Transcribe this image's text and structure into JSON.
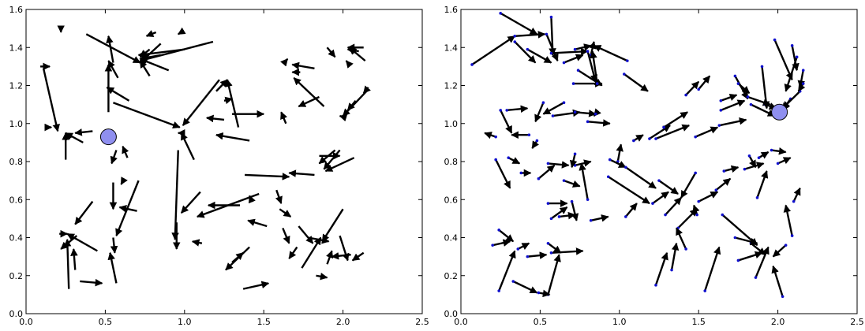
{
  "chart_data": [
    {
      "type": "vector-field",
      "xlim": [
        0.0,
        2.5
      ],
      "ylim": [
        0.0,
        1.6
      ],
      "xticks": [
        "0.0",
        "0.5",
        "1.0",
        "1.5",
        "2.0",
        "2.5"
      ],
      "yticks": [
        "0.0",
        "0.2",
        "0.4",
        "0.6",
        "0.8",
        "1.0",
        "1.2",
        "1.4",
        "1.6"
      ],
      "grid": false,
      "color": "#000000",
      "goal": {
        "x": 0.52,
        "y": 0.93,
        "color": "#8f8fef"
      },
      "arrows": [
        [
          0.38,
          1.47,
          0.72,
          1.32
        ],
        [
          0.55,
          1.32,
          0.52,
          1.46
        ],
        [
          0.78,
          1.25,
          0.72,
          1.33
        ],
        [
          1.18,
          1.43,
          0.72,
          1.33
        ],
        [
          0.85,
          1.42,
          0.72,
          1.32
        ],
        [
          0.78,
          1.35,
          0.72,
          1.34
        ],
        [
          0.9,
          1.28,
          0.72,
          1.34
        ],
        [
          0.85,
          1.36,
          0.72,
          1.34
        ],
        [
          1.0,
          1.39,
          0.71,
          1.36
        ],
        [
          0.78,
          1.39,
          0.72,
          1.35
        ],
        [
          0.82,
          1.48,
          0.76,
          1.46
        ],
        [
          0.58,
          1.24,
          0.52,
          1.33
        ],
        [
          0.52,
          1.06,
          0.52,
          1.31
        ],
        [
          0.98,
          1.48,
          0.96,
          1.47
        ],
        [
          0.62,
          0.71,
          0.6,
          0.68
        ],
        [
          0.22,
          1.49,
          0.22,
          1.48
        ],
        [
          0.09,
          1.3,
          0.15,
          1.3
        ],
        [
          0.11,
          1.29,
          0.2,
          0.96
        ],
        [
          0.15,
          0.98,
          0.16,
          0.98
        ],
        [
          0.65,
          1.12,
          0.51,
          1.19
        ],
        [
          0.42,
          0.96,
          0.31,
          0.95
        ],
        [
          0.36,
          0.9,
          0.25,
          0.95
        ],
        [
          0.27,
          0.92,
          0.25,
          0.95
        ],
        [
          0.25,
          0.81,
          0.25,
          0.95
        ],
        [
          0.55,
          1.11,
          0.97,
          0.98
        ],
        [
          1.22,
          1.23,
          0.99,
          0.99
        ],
        [
          1.34,
          0.98,
          1.27,
          1.23
        ],
        [
          1.2,
          1.17,
          1.27,
          1.23
        ],
        [
          1.3,
          1.05,
          1.5,
          1.05
        ],
        [
          1.25,
          1.12,
          1.3,
          1.13
        ],
        [
          1.64,
          1.0,
          1.61,
          1.06
        ],
        [
          1.82,
          1.29,
          1.68,
          1.31
        ],
        [
          1.73,
          1.27,
          1.68,
          1.27
        ],
        [
          1.88,
          1.09,
          1.69,
          1.24
        ],
        [
          1.85,
          1.14,
          1.72,
          1.09
        ],
        [
          1.63,
          1.32,
          1.65,
          1.34
        ],
        [
          1.9,
          1.4,
          1.95,
          1.35
        ],
        [
          2.03,
          1.32,
          2.02,
          1.33
        ],
        [
          2.13,
          1.4,
          2.03,
          1.4
        ],
        [
          2.14,
          1.33,
          2.04,
          1.4
        ],
        [
          2.1,
          1.38,
          2.03,
          1.39
        ],
        [
          2.16,
          1.19,
          2.13,
          1.16
        ],
        [
          2.08,
          1.12,
          2.03,
          1.07
        ],
        [
          2.16,
          1.18,
          2.0,
          1.04
        ],
        [
          2.02,
          1.03,
          1.98,
          1.04
        ],
        [
          1.85,
          0.83,
          1.98,
          0.83
        ],
        [
          1.95,
          0.86,
          1.85,
          0.79
        ],
        [
          2.07,
          0.82,
          1.89,
          0.75
        ],
        [
          1.98,
          0.86,
          1.88,
          0.76
        ],
        [
          1.82,
          0.73,
          1.66,
          0.74
        ],
        [
          1.38,
          0.73,
          1.66,
          0.72
        ],
        [
          1.58,
          0.65,
          1.61,
          0.58
        ],
        [
          1.42,
          0.6,
          1.41,
          0.62
        ],
        [
          0.98,
          0.95,
          0.96,
          0.95
        ],
        [
          1.41,
          0.91,
          1.2,
          0.94
        ],
        [
          1.25,
          1.02,
          1.14,
          1.03
        ],
        [
          1.06,
          0.81,
          0.98,
          0.95
        ],
        [
          0.55,
          0.69,
          0.55,
          0.55
        ],
        [
          0.7,
          0.54,
          0.59,
          0.56
        ],
        [
          0.71,
          0.7,
          0.57,
          0.41
        ],
        [
          0.64,
          0.82,
          0.61,
          0.88
        ],
        [
          0.57,
          0.86,
          0.54,
          0.79
        ],
        [
          0.42,
          0.59,
          0.31,
          0.47
        ],
        [
          0.21,
          0.42,
          0.26,
          0.42
        ],
        [
          0.32,
          0.41,
          0.22,
          0.34
        ],
        [
          0.45,
          0.33,
          0.26,
          0.42
        ],
        [
          0.34,
          0.17,
          0.48,
          0.16
        ],
        [
          0.57,
          0.16,
          0.53,
          0.32
        ],
        [
          0.27,
          0.13,
          0.26,
          0.39
        ],
        [
          0.31,
          0.23,
          0.3,
          0.34
        ],
        [
          0.95,
          0.48,
          0.95,
          0.34
        ],
        [
          0.55,
          0.4,
          0.56,
          0.32
        ],
        [
          0.96,
          0.86,
          0.94,
          0.39
        ],
        [
          1.1,
          0.64,
          0.98,
          0.53
        ],
        [
          1.11,
          0.37,
          1.05,
          0.38
        ],
        [
          1.47,
          0.63,
          1.08,
          0.51
        ],
        [
          1.35,
          0.57,
          1.15,
          0.57
        ],
        [
          1.41,
          0.35,
          1.26,
          0.23
        ],
        [
          1.3,
          0.27,
          1.37,
          0.32
        ],
        [
          1.72,
          0.46,
          1.81,
          0.37
        ],
        [
          2.0,
          0.55,
          1.87,
          0.38
        ],
        [
          1.83,
          0.2,
          1.9,
          0.19
        ],
        [
          1.9,
          0.26,
          1.93,
          0.33
        ],
        [
          2.05,
          0.31,
          1.93,
          0.3
        ],
        [
          2.13,
          0.32,
          2.06,
          0.28
        ],
        [
          1.78,
          0.4,
          1.91,
          0.38
        ],
        [
          1.6,
          0.55,
          1.67,
          0.51
        ],
        [
          1.71,
          0.35,
          1.66,
          0.29
        ],
        [
          1.62,
          0.45,
          1.66,
          0.37
        ],
        [
          1.74,
          0.24,
          1.86,
          0.4
        ],
        [
          1.98,
          0.41,
          2.03,
          0.28
        ],
        [
          1.37,
          0.13,
          1.53,
          0.16
        ],
        [
          1.52,
          0.46,
          1.4,
          0.49
        ]
      ]
    },
    {
      "type": "vector-field",
      "xlim": [
        0.0,
        2.5
      ],
      "ylim": [
        0.0,
        1.6
      ],
      "xticks": [
        "0.0",
        "0.5",
        "1.0",
        "1.5",
        "2.0",
        "2.5"
      ],
      "yticks": [
        "0.0",
        "0.2",
        "0.4",
        "0.6",
        "0.8",
        "1.0",
        "1.2",
        "1.4",
        "1.6"
      ],
      "grid": false,
      "color": "#000000",
      "point_color": "#1010cc",
      "goal": {
        "x": 2.01,
        "y": 1.06,
        "color": "#8f8fef"
      },
      "arrows": [
        [
          0.07,
          1.31,
          0.34,
          1.46
        ],
        [
          0.34,
          1.46,
          0.53,
          1.47
        ],
        [
          0.25,
          1.58,
          0.48,
          1.47
        ],
        [
          0.34,
          1.43,
          0.47,
          1.32
        ],
        [
          0.42,
          1.39,
          0.57,
          1.32
        ],
        [
          0.54,
          1.47,
          0.61,
          1.33
        ],
        [
          0.57,
          1.56,
          0.58,
          1.36
        ],
        [
          0.65,
          1.32,
          0.77,
          1.36
        ],
        [
          0.57,
          1.37,
          0.8,
          1.38
        ],
        [
          0.72,
          1.39,
          0.82,
          1.41
        ],
        [
          0.82,
          1.36,
          0.84,
          1.43
        ],
        [
          0.8,
          1.38,
          0.85,
          1.22
        ],
        [
          0.71,
          1.21,
          0.89,
          1.21
        ],
        [
          0.74,
          1.28,
          0.89,
          1.2
        ],
        [
          0.86,
          1.21,
          0.83,
          1.38
        ],
        [
          1.03,
          1.26,
          1.18,
          1.17
        ],
        [
          1.05,
          1.33,
          0.84,
          1.41
        ],
        [
          0.65,
          1.11,
          0.52,
          1.05
        ],
        [
          0.25,
          1.07,
          0.32,
          0.95
        ],
        [
          0.22,
          0.93,
          0.15,
          0.95
        ],
        [
          0.43,
          0.94,
          0.32,
          0.94
        ],
        [
          0.52,
          1.11,
          0.47,
          1.01
        ],
        [
          0.48,
          0.91,
          0.45,
          0.87
        ],
        [
          0.29,
          1.07,
          0.42,
          1.08
        ],
        [
          0.58,
          1.04,
          0.75,
          1.06
        ],
        [
          0.72,
          1.06,
          0.85,
          1.05
        ],
        [
          0.85,
          1.05,
          0.84,
          1.04
        ],
        [
          0.8,
          1.01,
          0.94,
          1.0
        ],
        [
          1.09,
          0.91,
          1.15,
          0.94
        ],
        [
          1.19,
          0.92,
          1.32,
          0.99
        ],
        [
          1.28,
          0.98,
          1.43,
          1.06
        ],
        [
          1.42,
          1.15,
          1.5,
          1.22
        ],
        [
          1.5,
          1.18,
          1.57,
          1.25
        ],
        [
          1.64,
          1.07,
          1.79,
          1.12
        ],
        [
          1.64,
          1.12,
          1.74,
          1.15
        ],
        [
          1.73,
          1.25,
          1.81,
          1.13
        ],
        [
          1.75,
          1.21,
          1.82,
          1.16
        ],
        [
          1.81,
          1.14,
          1.95,
          1.1
        ],
        [
          1.92,
          1.1,
          1.99,
          1.08
        ],
        [
          2.08,
          1.13,
          2.03,
          1.07
        ],
        [
          2.14,
          1.17,
          2.03,
          1.08
        ],
        [
          2.12,
          1.35,
          2.05,
          1.17
        ],
        [
          1.98,
          1.44,
          2.09,
          1.23
        ],
        [
          2.09,
          1.41,
          2.12,
          1.28
        ],
        [
          2.16,
          1.28,
          2.14,
          1.19
        ],
        [
          2.16,
          1.21,
          2.13,
          1.17
        ],
        [
          1.9,
          1.3,
          1.93,
          1.08
        ],
        [
          1.83,
          1.1,
          1.98,
          1.04
        ],
        [
          1.63,
          0.99,
          1.8,
          1.02
        ],
        [
          1.48,
          0.93,
          1.62,
          0.98
        ],
        [
          1.23,
          0.92,
          1.44,
          0.99
        ],
        [
          0.99,
          0.8,
          1.01,
          0.89
        ],
        [
          0.94,
          0.81,
          1.04,
          0.77
        ],
        [
          0.55,
          0.79,
          0.68,
          0.78
        ],
        [
          0.72,
          0.78,
          0.82,
          0.8
        ],
        [
          0.49,
          0.71,
          0.59,
          0.78
        ],
        [
          0.72,
          0.84,
          0.7,
          0.77
        ],
        [
          0.22,
          0.81,
          0.31,
          0.66
        ],
        [
          0.3,
          0.82,
          0.37,
          0.79
        ],
        [
          0.38,
          0.74,
          0.44,
          0.74
        ],
        [
          0.65,
          0.7,
          0.75,
          0.67
        ],
        [
          0.8,
          0.6,
          0.76,
          0.79
        ],
        [
          0.7,
          0.59,
          0.73,
          0.49
        ],
        [
          0.55,
          0.58,
          0.67,
          0.58
        ],
        [
          0.62,
          0.51,
          0.72,
          0.52
        ],
        [
          0.57,
          0.5,
          0.67,
          0.56
        ],
        [
          0.82,
          0.49,
          0.93,
          0.51
        ],
        [
          1.04,
          0.51,
          1.11,
          0.58
        ],
        [
          1.21,
          0.58,
          1.31,
          0.64
        ],
        [
          1.29,
          0.52,
          1.39,
          0.61
        ],
        [
          1.37,
          0.45,
          1.49,
          0.55
        ],
        [
          1.5,
          0.59,
          1.62,
          0.64
        ],
        [
          1.61,
          0.65,
          1.7,
          0.71
        ],
        [
          1.66,
          0.75,
          1.75,
          0.77
        ],
        [
          1.79,
          0.76,
          1.91,
          0.79
        ],
        [
          1.82,
          0.83,
          1.86,
          0.77
        ],
        [
          1.88,
          0.82,
          1.94,
          0.85
        ],
        [
          1.96,
          0.86,
          2.05,
          0.85
        ],
        [
          1.87,
          0.61,
          1.93,
          0.75
        ],
        [
          2.0,
          0.79,
          2.08,
          0.82
        ],
        [
          2.1,
          0.59,
          2.14,
          0.66
        ],
        [
          1.04,
          0.77,
          1.23,
          0.66
        ],
        [
          0.93,
          0.72,
          1.19,
          0.58
        ],
        [
          1.25,
          0.7,
          1.37,
          0.63
        ],
        [
          1.48,
          0.74,
          1.39,
          0.61
        ],
        [
          0.24,
          0.44,
          0.33,
          0.38
        ],
        [
          0.2,
          0.36,
          0.31,
          0.38
        ],
        [
          0.36,
          0.34,
          0.43,
          0.37
        ],
        [
          0.24,
          0.12,
          0.34,
          0.33
        ],
        [
          0.55,
          0.37,
          0.63,
          0.32
        ],
        [
          0.42,
          0.3,
          0.54,
          0.31
        ],
        [
          0.57,
          0.32,
          0.77,
          0.33
        ],
        [
          0.55,
          0.1,
          0.62,
          0.31
        ],
        [
          0.33,
          0.17,
          0.48,
          0.11
        ],
        [
          0.49,
          0.11,
          0.56,
          0.1
        ],
        [
          1.23,
          0.15,
          1.3,
          0.32
        ],
        [
          1.42,
          0.34,
          1.36,
          0.45
        ],
        [
          1.49,
          0.52,
          1.47,
          0.57
        ],
        [
          1.54,
          0.12,
          1.63,
          0.35
        ],
        [
          1.65,
          0.52,
          1.87,
          0.36
        ],
        [
          1.75,
          0.28,
          1.9,
          0.32
        ],
        [
          1.83,
          0.37,
          1.92,
          0.31
        ],
        [
          1.86,
          0.19,
          1.94,
          0.35
        ],
        [
          2.03,
          0.09,
          1.97,
          0.25
        ],
        [
          2.05,
          0.36,
          1.97,
          0.3
        ],
        [
          2.09,
          0.41,
          2.05,
          0.57
        ],
        [
          1.73,
          0.4,
          1.87,
          0.37
        ],
        [
          1.33,
          0.23,
          1.36,
          0.37
        ]
      ]
    }
  ]
}
